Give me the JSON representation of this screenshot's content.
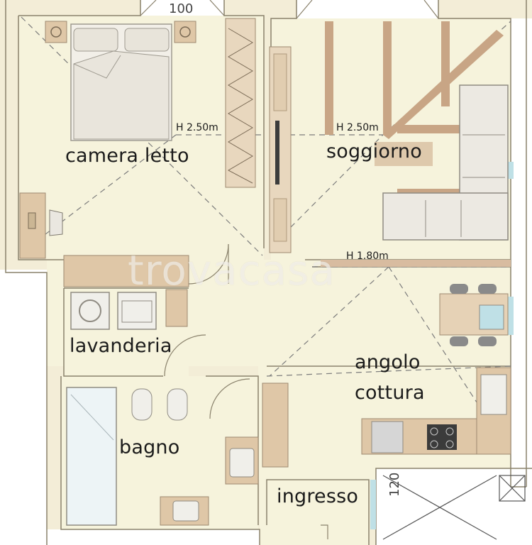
{
  "rooms": {
    "bedroom": "camera letto",
    "living": "soggiorno",
    "laundry": "lavanderia",
    "kitchen_line1": "angolo",
    "kitchen_line2": "cottura",
    "bathroom": "bagno",
    "entrance": "ingresso"
  },
  "heights": {
    "bedroom": "H 2.50m",
    "living": "H 2.50m",
    "kitchen": "H 1.80m"
  },
  "dimensions": {
    "top": "100",
    "right_stair": "120"
  },
  "watermark": "trovacasa",
  "colors": {
    "floor": "#f6f3dc",
    "wall": "#f3edd7",
    "wall_outline": "#8a826c",
    "wood": "#dfc7a7",
    "beam": "#c8a585",
    "fabric": "#ece9e2",
    "window": "#bfe0e6"
  }
}
